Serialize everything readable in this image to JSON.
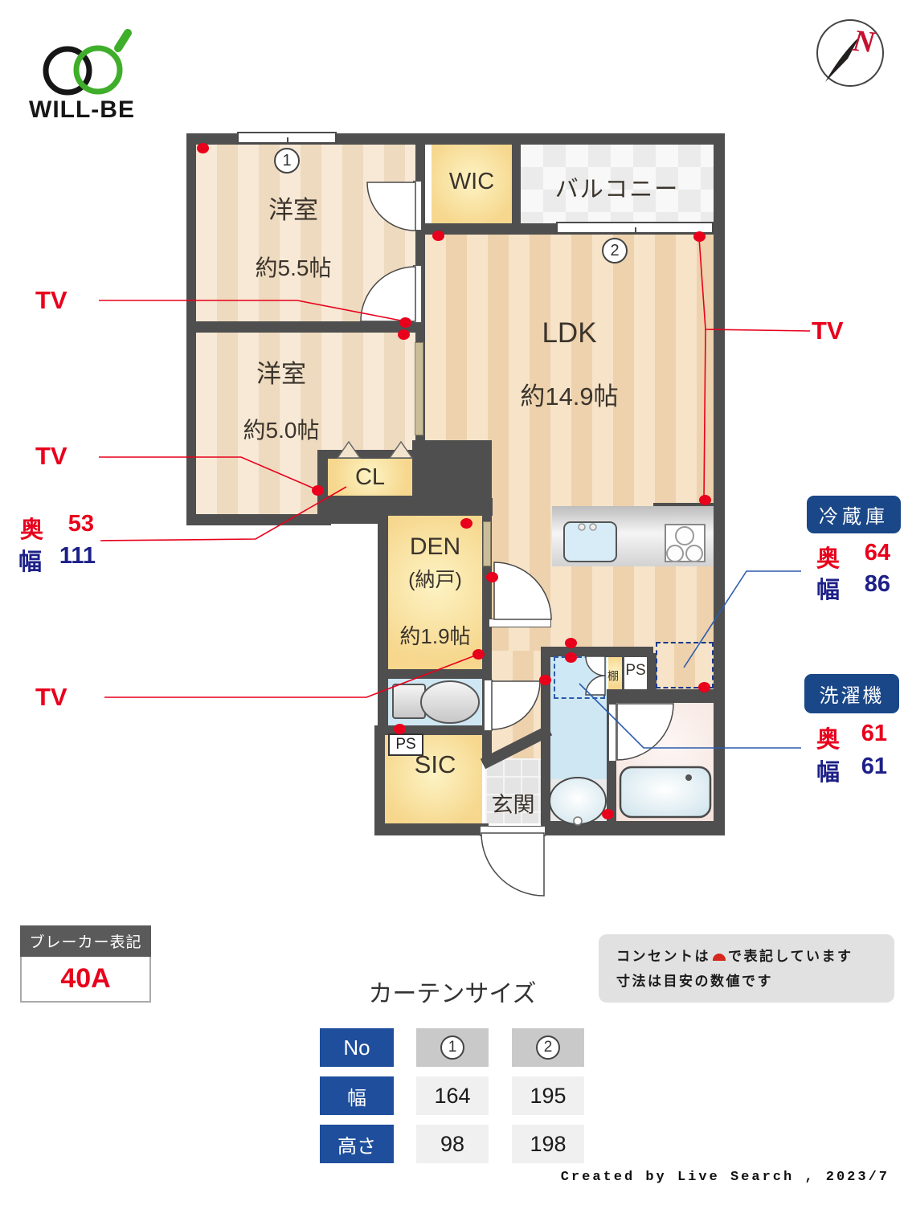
{
  "logo": {
    "text": "WILL-BE"
  },
  "compass": {
    "label": "N"
  },
  "plan": {
    "tv_label": "TV",
    "rooms": {
      "bedroom1": {
        "name": "洋室",
        "size": "約5.5帖",
        "window_no": "1"
      },
      "bedroom2": {
        "name": "洋室",
        "size": "約5.0帖"
      },
      "wic": {
        "name": "WIC"
      },
      "balcony": {
        "name": "バルコニー",
        "window_no": "2"
      },
      "ldk": {
        "name": "LDK",
        "size": "約14.9帖"
      },
      "cl": {
        "name": "CL"
      },
      "den": {
        "name": "DEN",
        "sub": "(納戸)",
        "size": "約1.9帖"
      },
      "sic": {
        "name": "SIC"
      },
      "genkan": {
        "name": "玄関"
      },
      "shelf": {
        "name": "棚"
      },
      "ps1": {
        "name": "PS"
      },
      "ps2": {
        "name": "PS"
      }
    },
    "cl_dims": {
      "depth_label": "奥",
      "depth": "53",
      "width_label": "幅",
      "width": "111"
    },
    "fridge": {
      "title": "冷蔵庫",
      "depth_label": "奥",
      "depth": "64",
      "width_label": "幅",
      "width": "86"
    },
    "washer": {
      "title": "洗濯機",
      "depth_label": "奥",
      "depth": "61",
      "width_label": "幅",
      "width": "61"
    }
  },
  "breaker": {
    "title": "ブレーカー表記",
    "value": "40A"
  },
  "notes": {
    "line1_pre": "コンセントは",
    "line1_post": "で表記しています",
    "line2": "寸法は目安の数値です"
  },
  "curtain": {
    "title": "カーテンサイズ",
    "col_header": "No",
    "cols": [
      "1",
      "2"
    ],
    "rows": [
      {
        "label": "幅",
        "values": [
          "164",
          "195"
        ]
      },
      {
        "label": "高さ",
        "values": [
          "98",
          "198"
        ]
      }
    ]
  },
  "footer": "Created by Live Search , 2023/7",
  "colors": {
    "accent_red": "#e8001c",
    "accent_blue": "#1d2088",
    "tag_navy": "#1a4788",
    "table_blue": "#1e4e9c",
    "wall": "#4f4f4f"
  }
}
